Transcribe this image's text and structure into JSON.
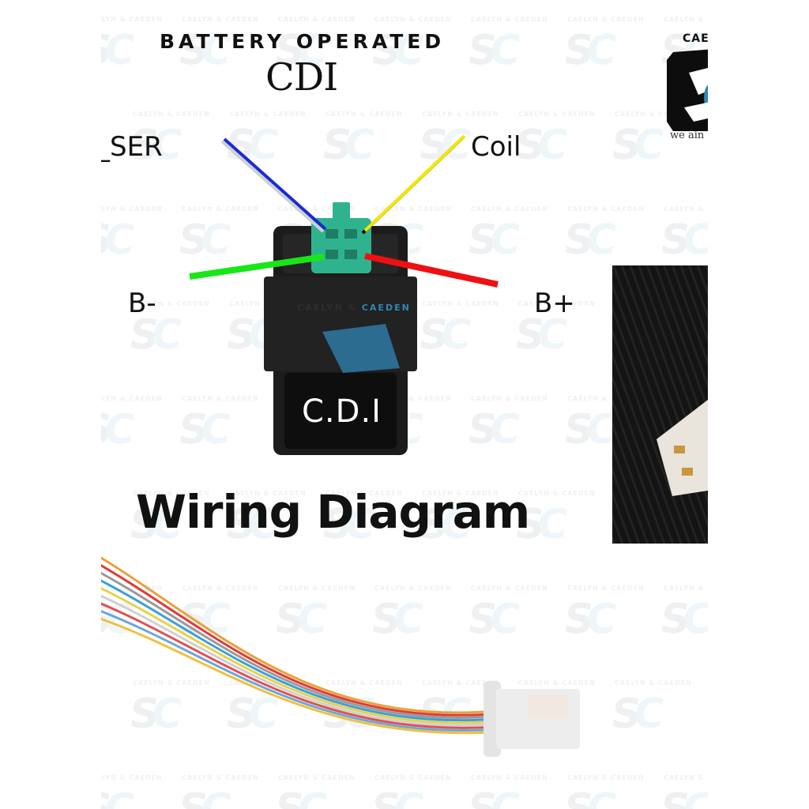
{
  "header": {
    "title_line1": "BATTERY OPERATED",
    "title_line2": "CDI"
  },
  "brand": {
    "logo_text": "CAEI",
    "tagline": "we ain",
    "watermark_text": "CAELYN & CAEDEN",
    "watermark_mark": "SC",
    "accent_color": "#2f86b5"
  },
  "diagram": {
    "wires": [
      {
        "label": "PULSER",
        "visible_label": "_SER",
        "color": "#1a2bd6",
        "stripe": "#ffffff"
      },
      {
        "label": "Coil",
        "visible_label": "Coil",
        "color": "#f5e600",
        "stripe": "#000000"
      },
      {
        "label": "B-",
        "visible_label": "B-",
        "color": "#19e619",
        "stripe": null
      },
      {
        "label": "B+",
        "visible_label": "B+",
        "color": "#ee1111",
        "stripe": null
      }
    ],
    "module_label": "C.D.I",
    "module_brand_part1": "CAELYN &",
    "module_brand_part2": "CAEDEN",
    "connector_color": "#2fb38f",
    "module_color": "#1c1c1c"
  },
  "footer": {
    "title": "Wiring Diagram"
  }
}
